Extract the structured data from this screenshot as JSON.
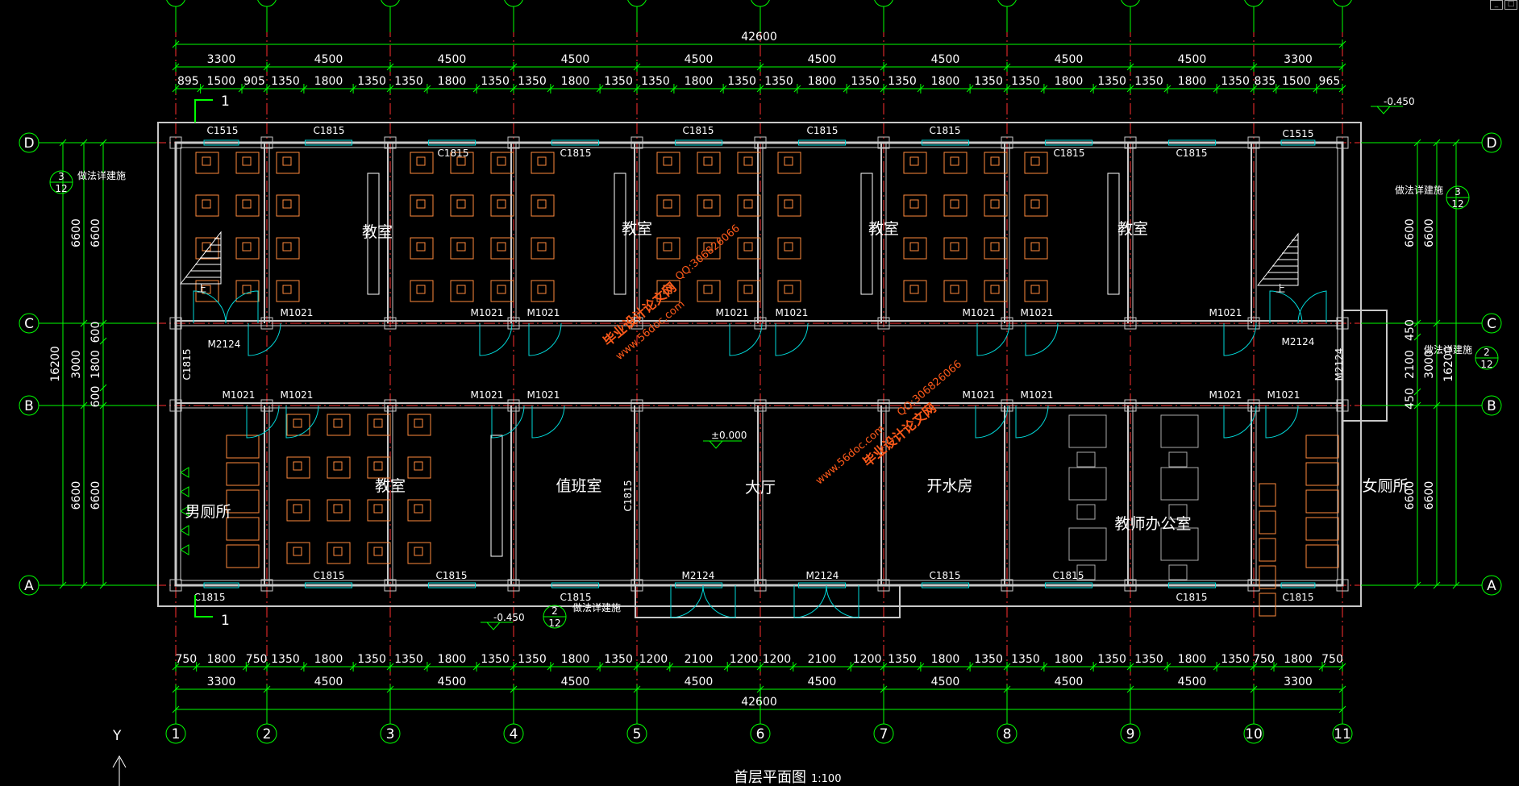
{
  "drawing": {
    "title": "首层平面图",
    "scale": "1:100",
    "total_width": "42600",
    "ucs_label": "Y"
  },
  "grid": {
    "columns": [
      "1",
      "2",
      "3",
      "4",
      "5",
      "6",
      "7",
      "8",
      "9",
      "10",
      "11"
    ],
    "rows": [
      "D",
      "C",
      "B",
      "A"
    ]
  },
  "dims": {
    "top_bays": [
      "3300",
      "4500",
      "4500",
      "4500",
      "4500",
      "4500",
      "4500",
      "4500",
      "4500",
      "3300"
    ],
    "top_detail": [
      "895",
      "1500",
      "905",
      "1350",
      "1800",
      "1350",
      "1350",
      "1800",
      "1350",
      "1350",
      "1800",
      "1350",
      "1350",
      "1800",
      "1350",
      "1350",
      "1800",
      "1350",
      "1350",
      "1800",
      "1350",
      "1350",
      "1800",
      "1350",
      "1350",
      "1800",
      "1350",
      "835",
      "1500",
      "965"
    ],
    "bottom_detail": [
      "750",
      "1800",
      "750",
      "1350",
      "1800",
      "1350",
      "1350",
      "1800",
      "1350",
      "1350",
      "1800",
      "1350",
      "1200",
      "2100",
      "1200",
      "1200",
      "2100",
      "1200",
      "1350",
      "1800",
      "1350",
      "1350",
      "1800",
      "1350",
      "1350",
      "1800",
      "1350",
      "750",
      "1800",
      "750"
    ],
    "bottom_bays": [
      "3300",
      "4500",
      "4500",
      "4500",
      "4500",
      "4500",
      "4500",
      "4500",
      "4500",
      "3300"
    ],
    "left_outer": "16200",
    "left_mid": [
      "6600",
      "3000",
      "6600"
    ],
    "left_inner": [
      "6600",
      "600",
      "1800",
      "600",
      "6600"
    ],
    "right_outer": "16200",
    "right_mid": [
      "6600",
      "3000",
      "6600"
    ],
    "right_inner": [
      "6600",
      "450",
      "2100",
      "450",
      "6600"
    ]
  },
  "rooms": {
    "classroom": "教室",
    "duty": "值班室",
    "hall": "大厅",
    "water": "开水房",
    "office": "教师办公室",
    "men": "男厕所",
    "women": "女厕所"
  },
  "windows": {
    "c1515": "C1515",
    "c1815": "C1815"
  },
  "doors": {
    "m1021": "M1021",
    "m2124": "M2124"
  },
  "notes": {
    "see_arch": "做法详建施",
    "elev_neg": "-0.450",
    "elev_zero": "±0.000",
    "section_label": "1",
    "up": "上",
    "detail_num_3": "3",
    "detail_num_2": "2",
    "detail_sheet": "12"
  },
  "watermark": {
    "site": "毕业设计论文网",
    "url": "www.56doc.com",
    "qq": "QQ:306826066"
  },
  "ui": {
    "min_btn": "_",
    "max_btn": "□"
  },
  "colors": {
    "dim_line": "#00ff00",
    "grid_line": "#ff3030",
    "wall": "#c8c8c8",
    "furniture": "#ff8a3d",
    "window": "#00d7d7",
    "text": "#ffffff",
    "watermark": "#ff5a1a"
  }
}
